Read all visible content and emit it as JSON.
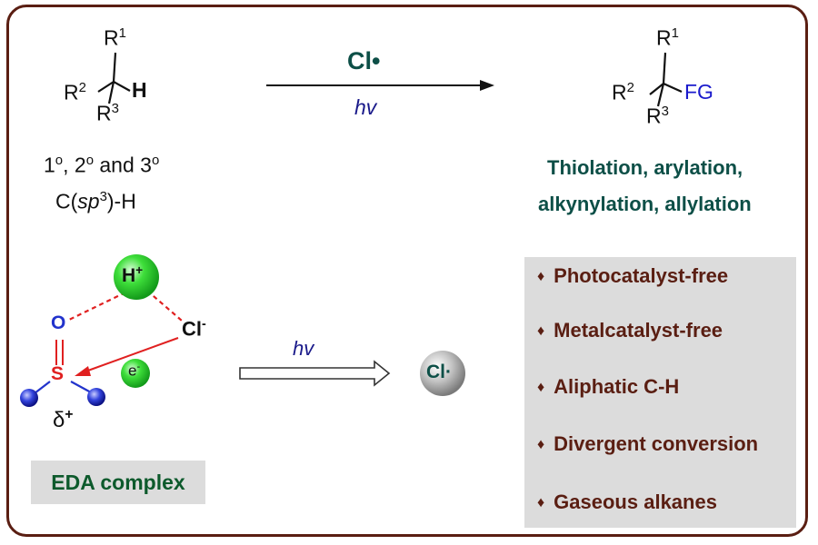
{
  "reaction": {
    "reagent": "Cl•",
    "condition": "hv"
  },
  "substrate": {
    "r1": "R",
    "r1_sup": "1",
    "r2": "R",
    "r2_sup": "2",
    "r3": "R",
    "r3_sup": "3",
    "h": "H",
    "classes_1": "1",
    "classes_1_sup": "o",
    "classes_2": ", 2",
    "classes_2_sup": "o",
    "classes_3": " and 3",
    "classes_3_sup": "o",
    "bond_pre": "C(",
    "bond_sp": "sp",
    "bond_sup": "3",
    "bond_post": ")-H"
  },
  "product": {
    "fg": "FG",
    "line1": "Thiolation, arylation,",
    "line2": "alkynylation, allylation"
  },
  "eda": {
    "h_plus": "H",
    "plus": "+",
    "cl": "Cl",
    "minus": "-",
    "o": "O",
    "s": "S",
    "e": "e",
    "delta": "δ",
    "delta_plus": "+",
    "condition": "hv",
    "radical": "Cl·",
    "label": "EDA complex"
  },
  "features": [
    "Photocatalyst-free",
    "Metalcatalyst-free",
    "Aliphatic C-H",
    "Divergent conversion",
    "Gaseous alkanes"
  ],
  "bullet": "♦",
  "colors": {
    "border": "#5a1e12",
    "teal": "#0d4f47",
    "navy": "#1a1a8a",
    "red_dash": "#e02020",
    "green": "#22c030",
    "blue": "#2233cc",
    "gray_panel": "#dcdcdc"
  }
}
